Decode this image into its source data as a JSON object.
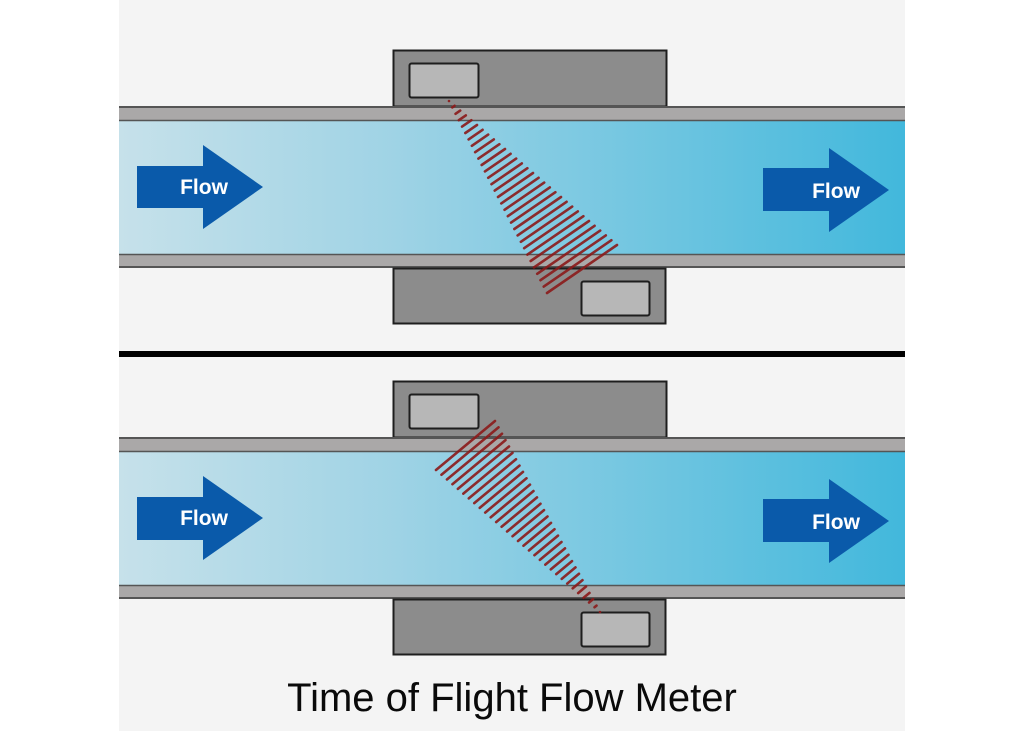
{
  "title": "Time of Flight Flow Meter",
  "colors": {
    "background": "#f4f4f4",
    "pipe_wall": "#aaa8a8",
    "pipe_wall_edge": "#5a5a5a",
    "fluid_start": "#c4e0ea",
    "fluid_end": "#42b8dc",
    "arrow": "#0a5aaa",
    "housing": "#8c8c8c",
    "sensor": "#b7b7b7",
    "beam": "#8b1a1a",
    "divider": "#000000"
  },
  "diagrams": [
    {
      "name": "upstream-to-downstream",
      "flow_left_label": "Flow",
      "flow_right_label": "Flow",
      "beam_direction": "top-sensor to bottom-sensor"
    },
    {
      "name": "downstream-to-upstream",
      "flow_left_label": "Flow",
      "flow_right_label": "Flow",
      "beam_direction": "bottom-sensor to top-sensor"
    }
  ]
}
